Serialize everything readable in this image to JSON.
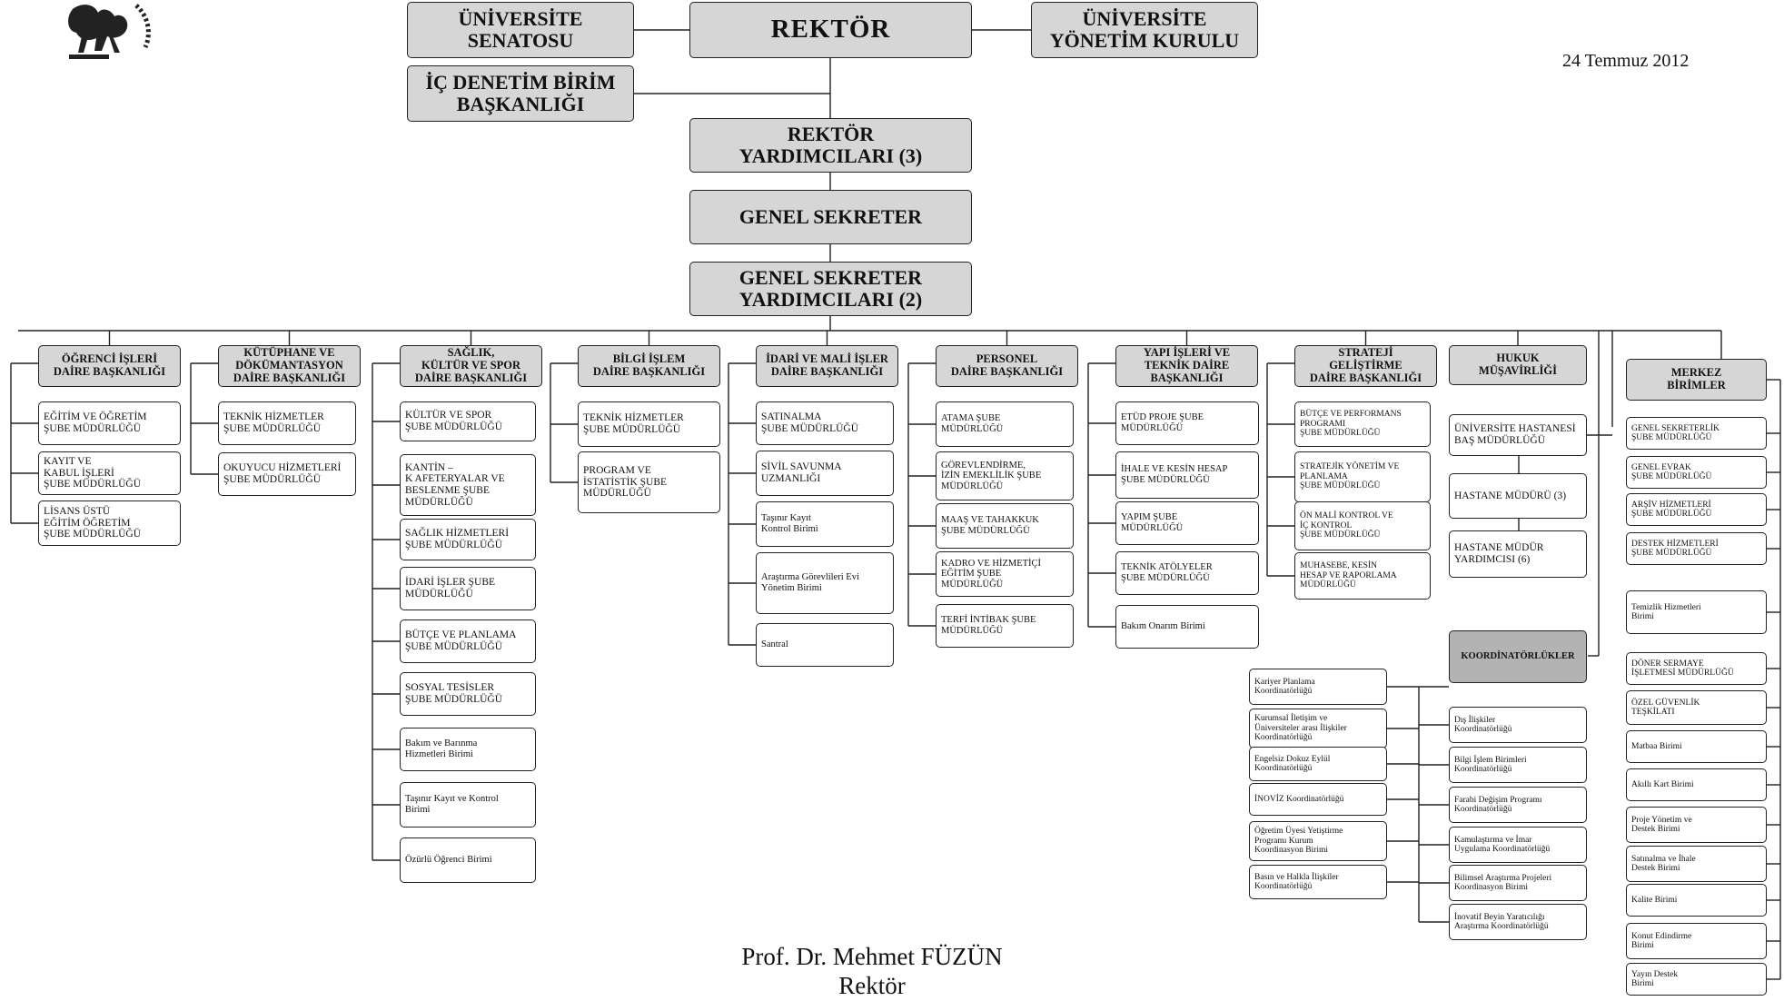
{
  "date": "24 Temmuz 2012",
  "signature": {
    "name": "Prof. Dr. Mehmet FÜZÜN",
    "title": "Rektör"
  },
  "top": {
    "senato": "ÜNİVERSİTE\nSENATOSU",
    "rektor": "REKTÖR",
    "yonetim_kurulu": "ÜNİVERSİTE\nYÖNETİM KURULU",
    "ic_denetim": "İÇ DENETİM BİRİM\nBAŞKANLIĞI",
    "rektor_yardimcilari": "REKTÖR\nYARDIMCILARI (3)",
    "genel_sekreter": "GENEL SEKRETER",
    "genel_sekreter_yardimcilari": "GENEL SEKRETER\nYARDIMCILARI (2)"
  },
  "departments": [
    {
      "name": "ÖĞRENCİ İŞLERİ\nDAİRE BAŞKANLIĞI",
      "units": [
        "EĞİTİM VE ÖĞRETİM\nŞUBE MÜDÜRLÜĞÜ",
        "KAYIT VE\nKABUL  İŞLERİ\nŞUBE MÜDÜRLÜĞÜ",
        "LİSANS ÜSTÜ\nEĞİTİM ÖĞRETİM\nŞUBE MÜDÜRLÜĞÜ"
      ]
    },
    {
      "name": "KÜTÜPHANE VE\nDÖKÜMANTASYON\nDAİRE BAŞKANLIĞI",
      "units": [
        "TEKNİK HİZMETLER\nŞUBE MÜDÜRLÜĞÜ",
        "OKUYUCU HİZMETLERİ\nŞUBE MÜDÜRLÜĞÜ"
      ]
    },
    {
      "name": "SAĞLIK,\nKÜLTÜR VE SPOR\nDAİRE BAŞKANLIĞI",
      "units": [
        "KÜLTÜR VE SPOR\nŞUBE MÜDÜRLÜĞÜ",
        "KANTİN –\nK AFETERYALAR VE\nBESLENME ŞUBE\nMÜDÜRLÜĞÜ",
        "SAĞLIK HİZMETLERİ\nŞUBE MÜDÜRLÜĞÜ",
        "İDARİ İŞLER ŞUBE\nMÜDÜRLÜĞÜ",
        "BÜTÇE VE PLANLAMA\nŞUBE MÜDÜRLÜĞÜ",
        "SOSYAL TESİSLER\nŞUBE MÜDÜRLÜĞÜ",
        "Bakım ve Barınma\nHizmetleri Birimi",
        "Taşınır Kayıt ve Kontrol\nBirimi",
        "Özürlü Öğrenci Birimi"
      ]
    },
    {
      "name": "BİLGİ İŞLEM\nDAİRE BAŞKANLIĞI",
      "units": [
        "TEKNİK HİZMETLER\nŞUBE MÜDÜRLÜĞÜ",
        "PROGRAM VE\nİSTATİSTİK ŞUBE\nMÜDÜRLÜĞÜ"
      ]
    },
    {
      "name": "İDARİ VE MALİ İŞLER\nDAİRE BAŞKANLIĞI",
      "units": [
        "SATINALMA\nŞUBE MÜDÜRLÜĞÜ",
        "SİVİL SAVUNMA\nUZMANLIĞI",
        "Taşınır Kayıt\nKontrol Birimi",
        "Araştırma Görevlileri Evi\nYönetim Birimi",
        "Santral"
      ]
    },
    {
      "name": "PERSONEL\nDAİRE BAŞKANLIĞI",
      "units": [
        "ATAMA ŞUBE\nMÜDÜRLÜĞÜ",
        "GÖREVLENDİRME,\nİZİN EMEKLİLİK ŞUBE\nMÜDÜRLÜĞÜ",
        "MAAŞ VE TAHAKKUK\nŞUBE MÜDÜRLÜĞÜ",
        "KADRO VE HİZMETİÇİ\nEĞİTİM ŞUBE\nMÜDÜRLÜĞÜ",
        "TERFİ İNTİBAK ŞUBE\nMÜDÜRLÜĞÜ"
      ]
    },
    {
      "name": "YAPI İŞLERİ VE\nTEKNİK DAİRE\nBAŞKANLIĞI",
      "units": [
        "ETÜD PROJE ŞUBE\nMÜDÜRLÜĞÜ",
        "İHALE VE KESİN HESAP\nŞUBE MÜDÜRLÜĞÜ",
        "YAPIM ŞUBE\nMÜDÜRLÜĞÜ",
        "TEKNİK ATÖLYELER\nŞUBE MÜDÜRLÜĞÜ",
        "Bakım Onarım Birimi"
      ]
    },
    {
      "name": "STRATEJİ\nGELİŞTİRME\nDAİRE BAŞKANLIĞI",
      "units": [
        "BÜTÇE VE PERFORMANS\nPROGRAMI\nŞUBE  MÜDÜRLÜĞÜ",
        "STRATEJİK YÖNETİM VE\nPLANLAMA\nŞUBE MÜDÜRLÜĞÜ",
        "ÖN MALİ KONTROL VE\nİÇ KONTROL\nŞUBE MÜDÜRLÜĞÜ",
        "MUHASEBE, KESİN\nHESAP VE RAPORLAMA\nMÜDÜRLÜĞÜ"
      ]
    },
    {
      "name": "HUKUK\nMÜŞAVİRLİĞİ",
      "units": []
    }
  ],
  "hospital": {
    "units": [
      "ÜNİVERSİTE HASTANESİ\nBAŞ MÜDÜRLÜĞÜ",
      "HASTANE MÜDÜRÜ (3)",
      "HASTANE  MÜDÜR\nYARDIMCISI (6)"
    ]
  },
  "merkez": {
    "name": "MERKEZ\nBİRİMLER",
    "units": [
      "GENEL SEKRETERLİK\nŞUBE  MÜDÜRLÜĞÜ",
      "GENEL EVRAK\nŞUBE  MÜDÜRLÜĞÜ",
      "ARŞİV HİZMETLERİ\nŞUBE MÜDÜRLÜĞÜ",
      "DESTEK HİZMETLERİ\nŞUBE MÜDÜRLÜĞÜ",
      "Temizlik Hizmetleri\nBirimi",
      "DÖNER SERMAYE\nİŞLETMESİ MÜDÜRLÜĞÜ",
      "ÖZEL GÜVENLİK\nTEŞKİLATI",
      "Matbaa Birimi",
      "Akıllı Kart Birimi",
      "Proje Yönetim ve\nDestek Birimi",
      "Satınalma ve İhale\nDestek Birimi",
      "Kalite  Birimi",
      "Konut Edindirme\nBirimi",
      "Yayın Destek\nBirimi"
    ]
  },
  "koordinatorlukler": {
    "name": "KOORDİNATÖRLÜKLER",
    "left": [
      "Kariyer  Planlama\nKoordinatörlüğü",
      "Kurumsal İletişim ve\nÜniversiteler arası İlişkiler\nKoordinatörlüğü",
      "Engelsiz Dokuz Eylül\nKoordinatörlüğü",
      "İNOVİZ Koordinatörlüğü",
      "Öğretim Üyesi Yetiştirme\nProgramı Kurum\nKoordinasyon  Birimi",
      "Basın ve Halkla İlişkiler\nKoordinatörlüğü"
    ],
    "right": [
      "Dış İlişkiler\nKoordinatörlüğü",
      "Bilgi İşlem Birimleri\nKoordinatörlüğü",
      "Farabi  Değişim  Programı\nKoordinatörlüğü",
      "Kamulaştırma ve İmar\nUygulama Koordinatörlüğü",
      "Bilimsel Araştırma Projeleri\nKoordinasyon Birimi",
      "İnovatif Beyin Yaratıcılığı\nAraştırma Koordinatörlüğü"
    ]
  }
}
